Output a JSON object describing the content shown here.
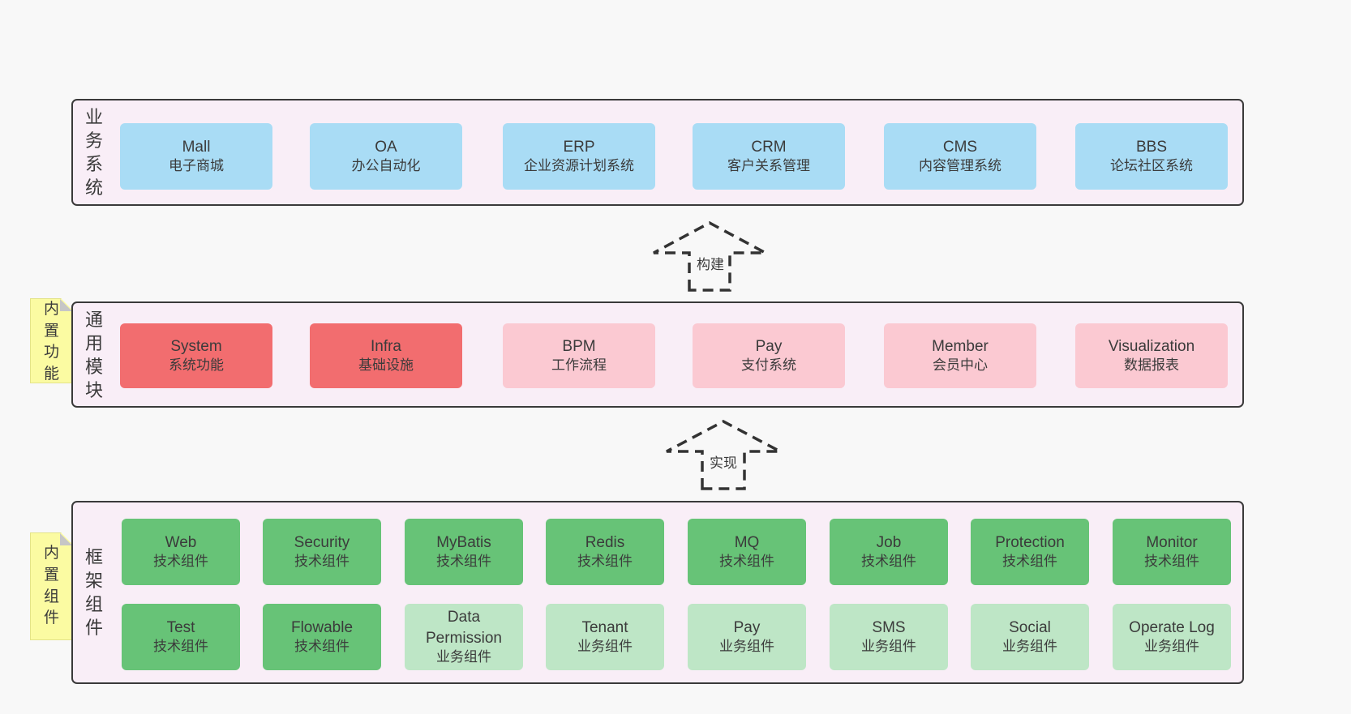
{
  "colors": {
    "page_bg": "#f8f8f8",
    "section_bg": "#f9eef7",
    "section_border": "#3a3a3a",
    "box_blue": "#a9dcf5",
    "box_red": "#f26d6f",
    "box_pink": "#fbc9d2",
    "box_green": "#67c377",
    "box_light_green": "#bee6c6",
    "sticky_bg": "#fbfba2",
    "sticky_fold": "#c6c6c6",
    "arrow_stroke": "#333333",
    "text": "#3b3b3b"
  },
  "diagram": {
    "arrows": [
      {
        "label": "构建"
      },
      {
        "label": "实现"
      }
    ],
    "sections": [
      {
        "label": "业务系统",
        "boxes": [
          {
            "title": "Mall",
            "subtitle": "电子商城"
          },
          {
            "title": "OA",
            "subtitle": "办公自动化"
          },
          {
            "title": "ERP",
            "subtitle": "企业资源计划系统"
          },
          {
            "title": "CRM",
            "subtitle": "客户关系管理"
          },
          {
            "title": "CMS",
            "subtitle": "内容管理系统"
          },
          {
            "title": "BBS",
            "subtitle": "论坛社区系统"
          }
        ]
      },
      {
        "label": "通用模块",
        "sticky": "内置功能",
        "boxes": [
          {
            "title": "System",
            "subtitle": "系统功能"
          },
          {
            "title": "Infra",
            "subtitle": "基础设施"
          },
          {
            "title": "BPM",
            "subtitle": "工作流程"
          },
          {
            "title": "Pay",
            "subtitle": "支付系统"
          },
          {
            "title": "Member",
            "subtitle": "会员中心"
          },
          {
            "title": "Visualization",
            "subtitle": "数据报表"
          }
        ]
      },
      {
        "label": "框架组件",
        "sticky": "内置组件",
        "boxes": [
          {
            "title": "Web",
            "subtitle": "技术组件"
          },
          {
            "title": "Security",
            "subtitle": "技术组件"
          },
          {
            "title": "MyBatis",
            "subtitle": "技术组件"
          },
          {
            "title": "Redis",
            "subtitle": "技术组件"
          },
          {
            "title": "MQ",
            "subtitle": "技术组件"
          },
          {
            "title": "Job",
            "subtitle": "技术组件"
          },
          {
            "title": "Protection",
            "subtitle": "技术组件"
          },
          {
            "title": "Monitor",
            "subtitle": "技术组件"
          },
          {
            "title": "Test",
            "subtitle": "技术组件"
          },
          {
            "title": "Flowable",
            "subtitle": "技术组件"
          },
          {
            "title": "Data Permission",
            "subtitle": "业务组件"
          },
          {
            "title": "Tenant",
            "subtitle": "业务组件"
          },
          {
            "title": "Pay",
            "subtitle": "业务组件"
          },
          {
            "title": "SMS",
            "subtitle": "业务组件"
          },
          {
            "title": "Social",
            "subtitle": "业务组件"
          },
          {
            "title": "Operate Log",
            "subtitle": "业务组件"
          }
        ]
      }
    ]
  }
}
